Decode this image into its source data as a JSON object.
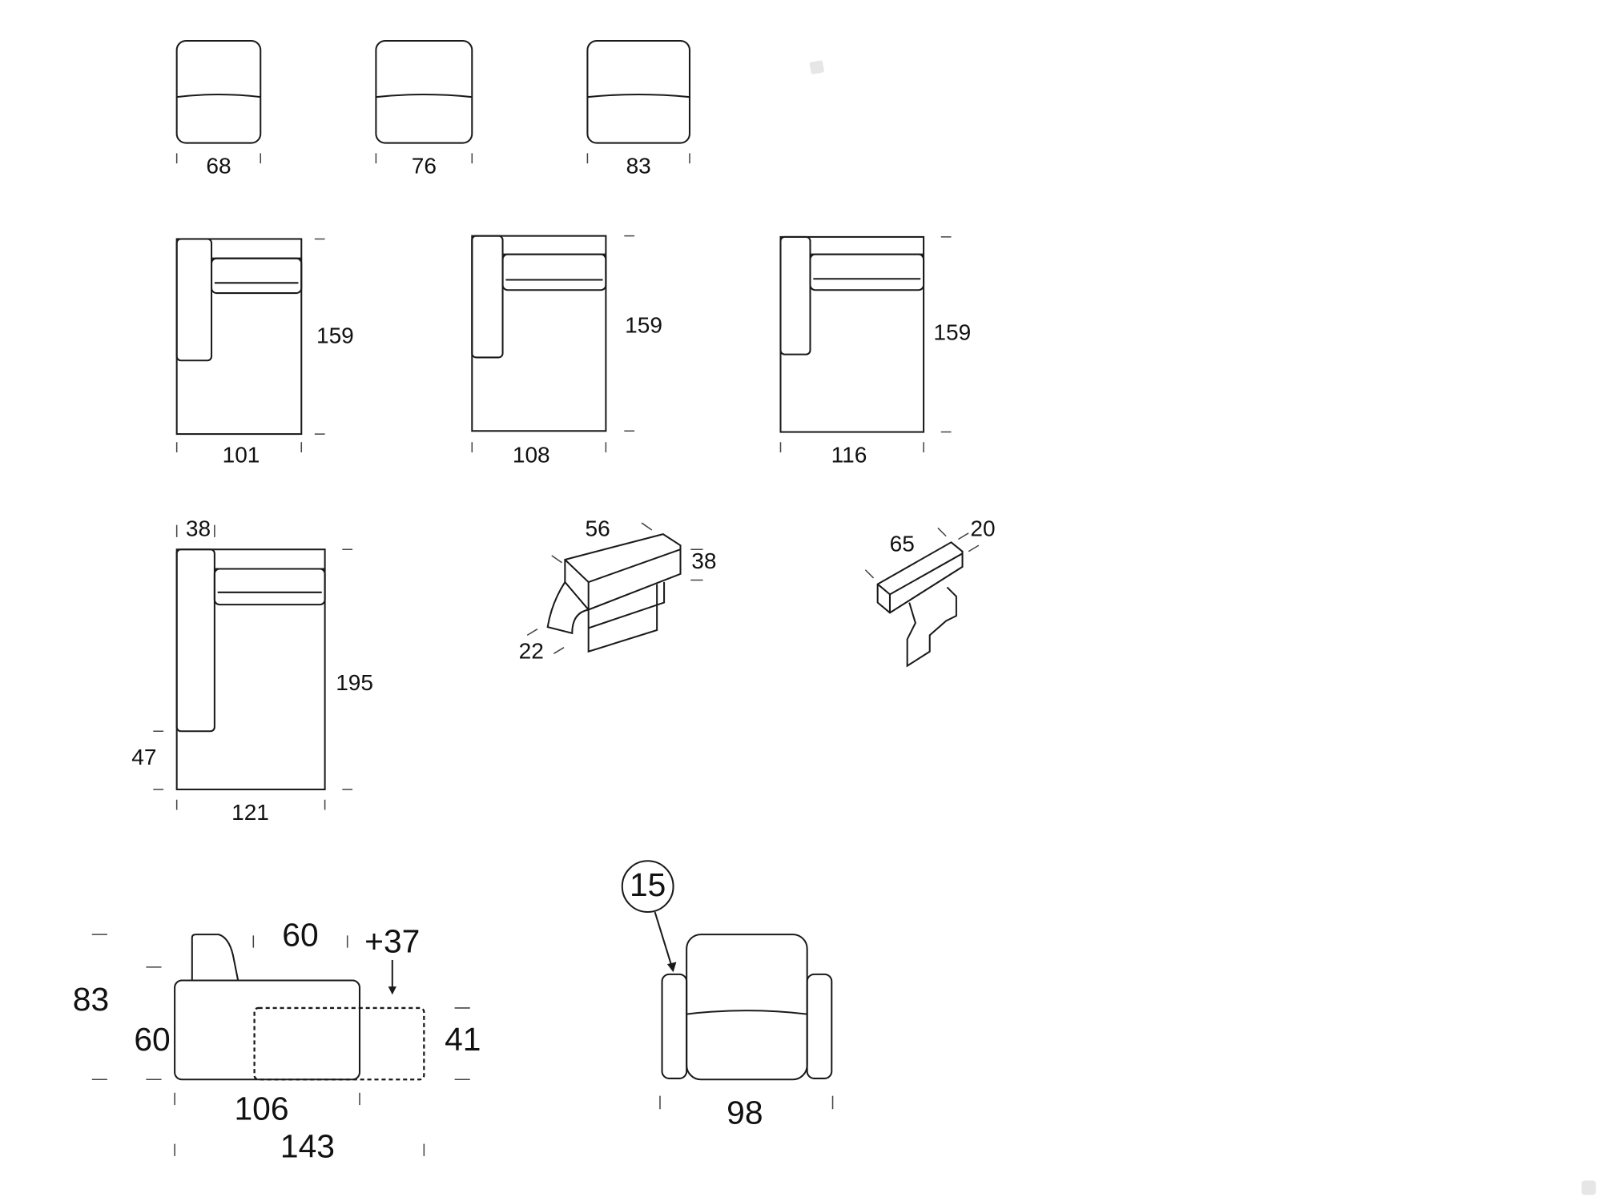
{
  "armless_modules": {
    "widths": [
      "68",
      "76",
      "83"
    ]
  },
  "chaise_modules": [
    {
      "depth": "159",
      "width": "101"
    },
    {
      "depth": "159",
      "width": "108"
    },
    {
      "depth": "159",
      "width": "116"
    }
  ],
  "long_chaise": {
    "arm_width": "38",
    "depth": "195",
    "front": "47",
    "width": "121"
  },
  "armrest_a": {
    "length": "56",
    "height": "38",
    "width": "22"
  },
  "armrest_b": {
    "length": "65",
    "width": "20"
  },
  "side_view": {
    "total_height": "83",
    "seat_height": "60",
    "seat_depth": "60",
    "extension": "+37",
    "extension_height": "41",
    "depth": "106",
    "extended_depth": "143"
  },
  "armchair": {
    "arm_height_callout": "15",
    "width": "98"
  },
  "colors": {
    "line": "#1a1a1a",
    "background": "#ffffff"
  }
}
